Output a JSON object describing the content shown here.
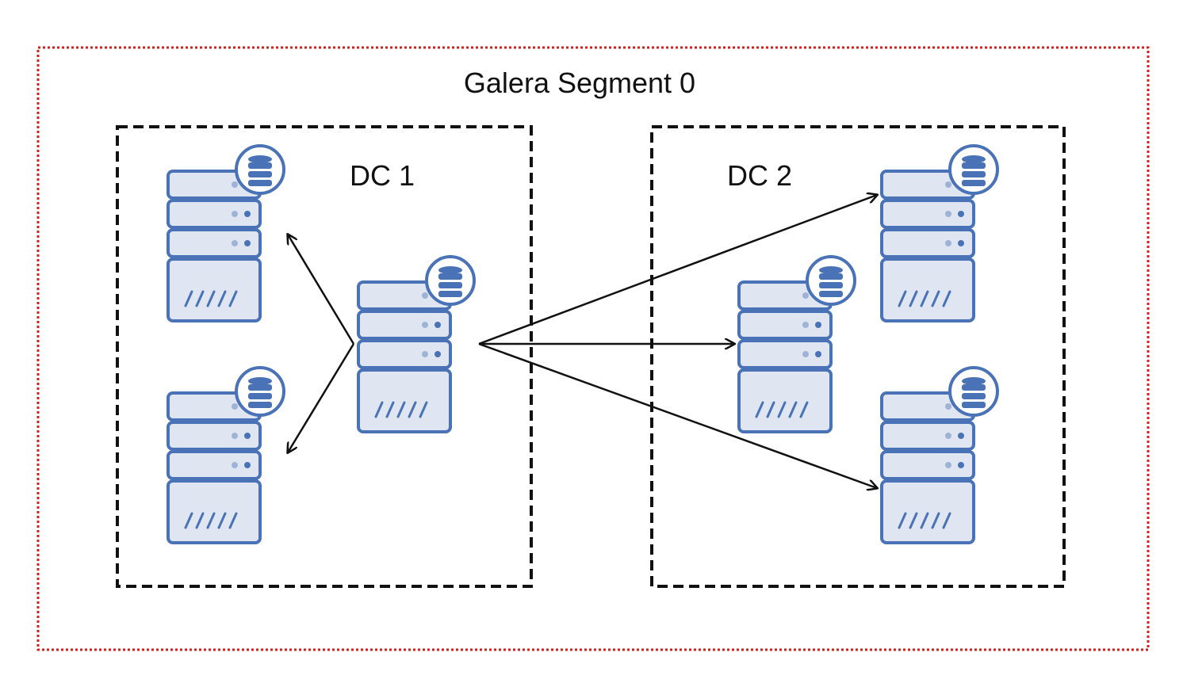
{
  "segment": {
    "label": "Galera Segment 0",
    "border_color": "#d21f1f"
  },
  "datacenters": [
    {
      "id": "dc1",
      "label": "DC 1"
    },
    {
      "id": "dc2",
      "label": "DC 2"
    }
  ],
  "nodes": [
    {
      "id": "dc1-node-top",
      "dc": "dc1",
      "icon": "database-server-icon"
    },
    {
      "id": "dc1-node-bottom",
      "dc": "dc1",
      "icon": "database-server-icon"
    },
    {
      "id": "dc1-node-source",
      "dc": "dc1",
      "icon": "database-server-icon"
    },
    {
      "id": "dc2-node-middle",
      "dc": "dc2",
      "icon": "database-server-icon"
    },
    {
      "id": "dc2-node-top",
      "dc": "dc2",
      "icon": "database-server-icon"
    },
    {
      "id": "dc2-node-bottom",
      "dc": "dc2",
      "icon": "database-server-icon"
    }
  ],
  "edges": [
    {
      "from": "dc1-node-source",
      "to": "dc1-node-top"
    },
    {
      "from": "dc1-node-source",
      "to": "dc1-node-bottom"
    },
    {
      "from": "dc1-node-source",
      "to": "dc2-node-top"
    },
    {
      "from": "dc1-node-source",
      "to": "dc2-node-middle"
    },
    {
      "from": "dc1-node-source",
      "to": "dc2-node-bottom"
    }
  ],
  "colors": {
    "server_fill": "#dfe6f2",
    "server_stroke": "#4a72b6",
    "db_badge": "#4a72b6",
    "dc_border": "#111111",
    "arrow": "#111111"
  }
}
